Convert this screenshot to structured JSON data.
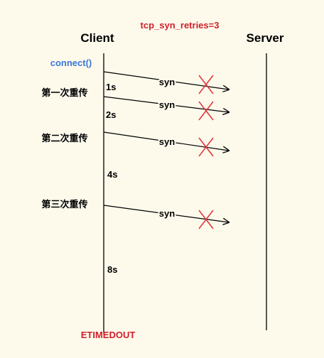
{
  "title": "tcp_syn_retries=3",
  "client_label": "Client",
  "server_label": "Server",
  "connect_label": "connect()",
  "timeout_label": "ETIMEDOUT",
  "messages": [
    {
      "label": "syn",
      "dropped": true
    },
    {
      "label": "syn",
      "dropped": true
    },
    {
      "label": "syn",
      "dropped": true
    },
    {
      "label": "syn",
      "dropped": true
    }
  ],
  "retry_labels": [
    "第一次重传",
    "第二次重传",
    "第三次重传"
  ],
  "interval_labels": [
    "1s",
    "2s",
    "4s",
    "8s"
  ],
  "colors": {
    "background": "#fdfaec",
    "title": "#d0202a",
    "connect": "#3a78d8",
    "timeout": "#d0202a",
    "drop_mark": "#e0393e",
    "line": "#000000"
  }
}
